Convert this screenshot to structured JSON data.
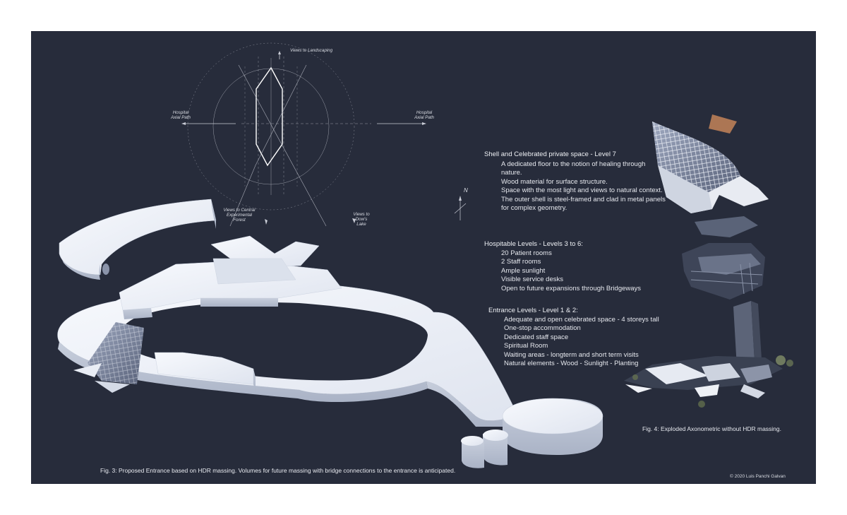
{
  "diagram_labels": {
    "top": "Views to Landscaping",
    "left": [
      "Hospital",
      "Axial Path"
    ],
    "right": [
      "Hospital",
      "Axial Path"
    ],
    "bottom_left": [
      "Views to Central",
      "Experimental",
      "Forest"
    ],
    "bottom_right": [
      "Views to",
      "Dow's",
      "Lake"
    ],
    "north": "N"
  },
  "sections": [
    {
      "heading": "Shell and Celebrated private space - Level 7",
      "items": [
        "A dedicated floor to the notion of healing through",
        "nature.",
        "Wood material for surface structure.",
        "Space with the most light and views to natural context.",
        "The outer shell is steel-framed and clad in metal panels",
        "for complex geometry."
      ]
    },
    {
      "heading": "Hospitable Levels - Levels 3 to 6:",
      "items": [
        "20 Patient rooms",
        "2 Staff rooms",
        "Ample sunlight",
        "Visible service desks",
        "Open to future expansions through Bridgeways"
      ]
    },
    {
      "heading": "Entrance Levels - Level 1 & 2:",
      "items": [
        "Adequate and open celebrated space - 4 storeys tall",
        "One-stop accommodation",
        "Dedicated staff space",
        "Spiritual Room",
        "Waiting areas - longterm and short term visits",
        "Natural elements - Wood - Sunlight - Planting"
      ]
    }
  ],
  "captions": {
    "fig3": "Fig. 3: Proposed Entrance based on HDR massing. Volumes for future massing with bridge connections to the entrance is anticipated.",
    "fig4": "Fig. 4: Exploded Axonometric without HDR massing.",
    "copyright": "© 2020 Luis Panchi Galvan"
  },
  "colors": {
    "background": "#272c3b",
    "massing": "#eef1f8",
    "linework": "#c9ccd6"
  }
}
